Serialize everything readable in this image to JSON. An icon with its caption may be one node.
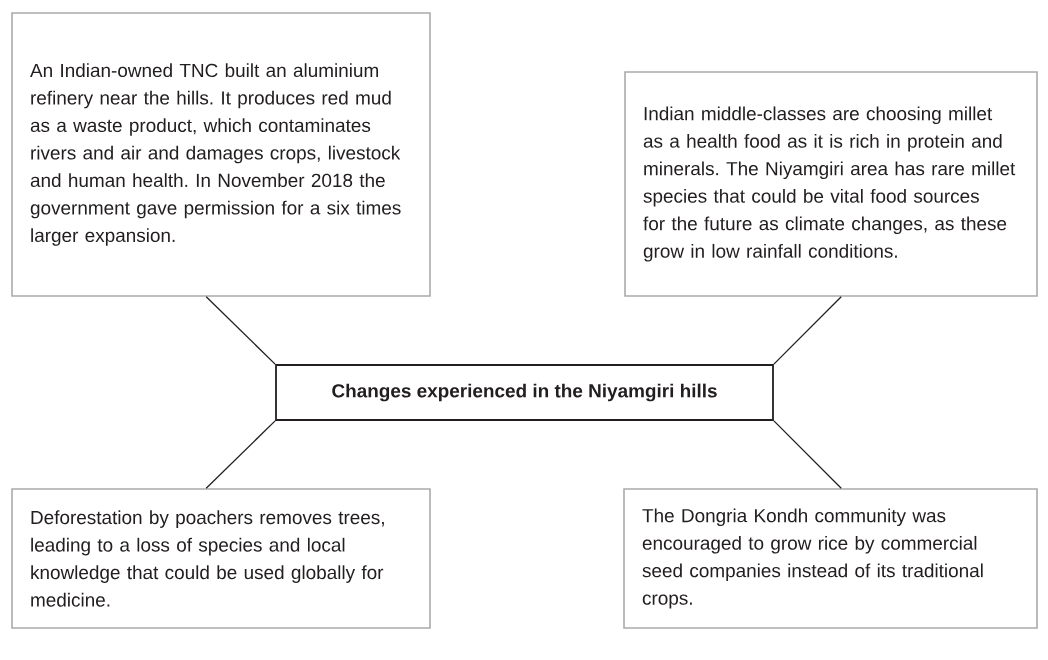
{
  "diagram": {
    "nodes": [
      {
        "text": [
          "An Indian-owned TNC built an aluminium refinery near the hills. It produces red mud as a waste product, which contaminates rivers and air and damages crops, livestock and human health. In November 2018 the government gave permission for a six times larger expansion."
        ]
      },
      {
        "text": [
          "Indian middle-classes are choosing millet as a health food as it is rich in protein and minerals. The Niyamgiri area has rare millet species that could be vital food sources for the future as climate changes, as these grow in low rainfall conditions."
        ]
      },
      {
        "text": [
          "Changes experienced in the Niyamgiri hills"
        ]
      },
      {
        "text": [
          "Deforestation by poachers removes trees, leading to a loss of species and local knowledge that could be used globally for medicine."
        ]
      },
      {
        "text": [
          "The Dongria Kondh community was encouraged to grow rice by commercial seed companies instead of its traditional crops."
        ]
      }
    ],
    "edges": [
      {
        "from": 2,
        "to": 0,
        "arrow": "none"
      },
      {
        "from": 2,
        "to": 1,
        "arrow": "none"
      },
      {
        "from": 2,
        "to": 3,
        "arrow": "none"
      },
      {
        "from": 2,
        "to": 4,
        "arrow": "none"
      }
    ]
  }
}
